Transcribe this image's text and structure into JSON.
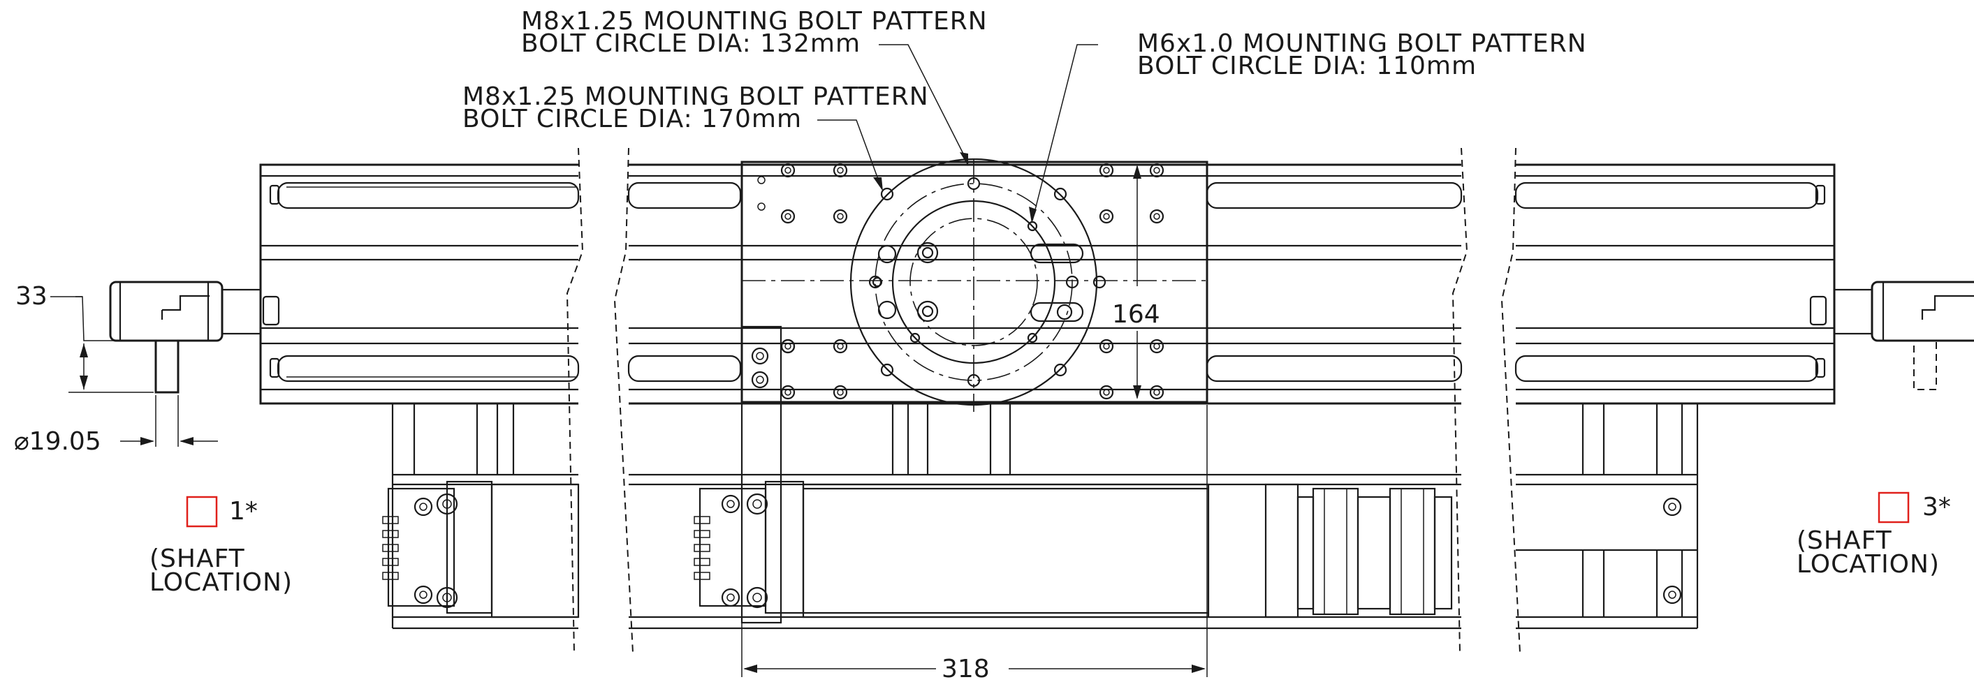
{
  "callouts": {
    "m8_132_line1": "M8x1.25 MOUNTING BOLT PATTERN",
    "m8_132_line2": "BOLT CIRCLE DIA: 132mm",
    "m6_110_line1": "M6x1.0 MOUNTING BOLT PATTERN",
    "m6_110_line2": "BOLT CIRCLE DIA: 110mm",
    "m8_170_line1": "M8x1.25 MOUNTING BOLT PATTERN",
    "m8_170_line2": "BOLT CIRCLE DIA: 170mm"
  },
  "dimensions": {
    "height_offset": "33",
    "shaft_diameter": "⌀19.05",
    "carriage_height": "164",
    "carriage_width": "318"
  },
  "shaft_locations": {
    "left_marker": "1*",
    "right_marker": "3*",
    "left_label_line1": "(SHAFT",
    "left_label_line2": "LOCATION)",
    "right_label_line1": "(SHAFT",
    "right_label_line2": "LOCATION)"
  },
  "colors": {
    "line": "#1a1a1a",
    "marker_red": "#e0201b",
    "background": "#ffffff"
  }
}
